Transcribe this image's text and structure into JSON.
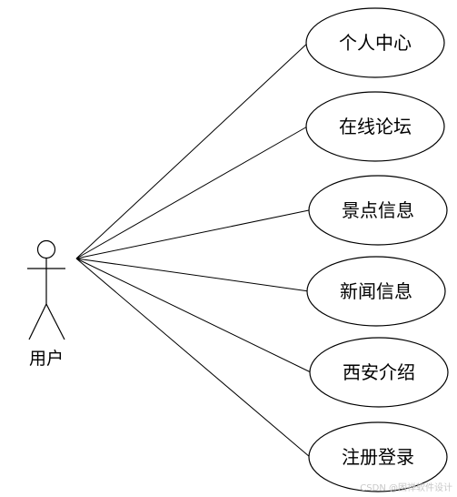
{
  "actor": {
    "label": "用户"
  },
  "use_cases": [
    {
      "label": "个人中心"
    },
    {
      "label": "在线论坛"
    },
    {
      "label": "景点信息"
    },
    {
      "label": "新闻信息"
    },
    {
      "label": "西安介绍"
    },
    {
      "label": "注册登录"
    }
  ],
  "watermark": "CSDN @困禅软件设计"
}
